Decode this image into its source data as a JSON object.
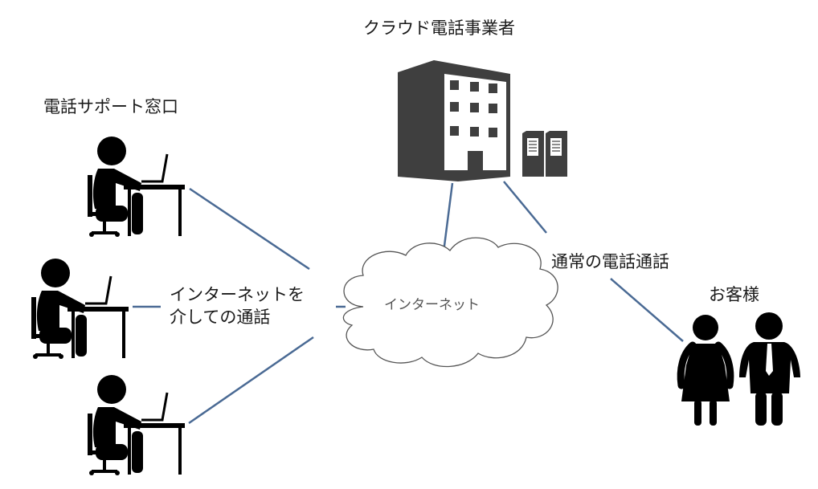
{
  "labels": {
    "provider": "クラウド電話事業者",
    "support_desk": "電話サポート窓口",
    "internet_call_line1": "インターネットを",
    "internet_call_line2": "介しての通話",
    "internet_cloud": "インターネット",
    "normal_call": "通常の電話通話",
    "customers": "お客様"
  },
  "icons": {
    "provider_building": "office-building-icon",
    "provider_servers": "server-rack-icon",
    "operators": [
      "desk-worker-laptop-icon",
      "desk-worker-laptop-icon",
      "desk-worker-laptop-icon"
    ],
    "customer_female": "woman-icon",
    "customer_male": "businessman-icon",
    "internet": "cloud-icon"
  },
  "colors": {
    "connector": "#4a6a94",
    "icon_dark": "#3f3f3f",
    "figure": "#000000",
    "cloud_stroke": "#555555"
  }
}
